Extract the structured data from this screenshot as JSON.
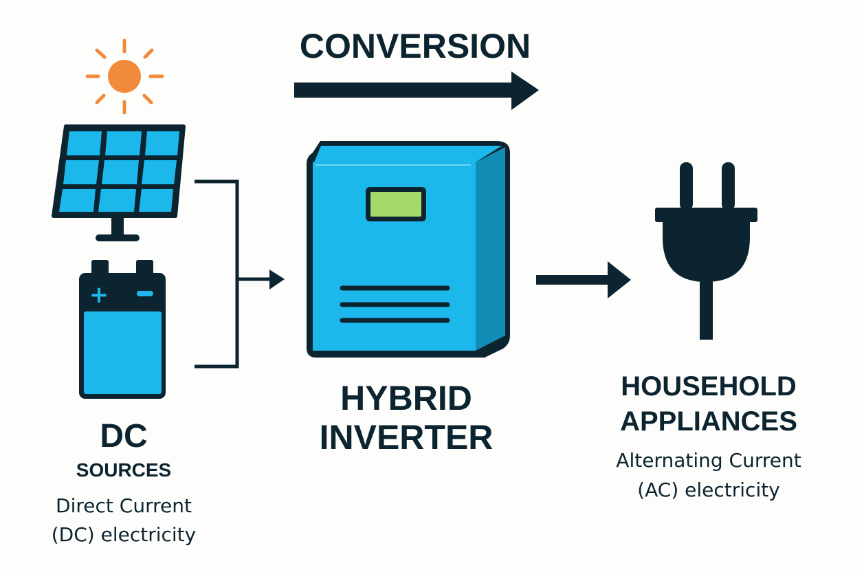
{
  "title": "CONVERSION",
  "colors": {
    "ink": "#0b2430",
    "panel_blue": "#1cb8ec",
    "panel_side": "#128bb5",
    "sun_orange": "#f28a3b",
    "display_green": "#a6d96a",
    "background": "#fdfdfb"
  },
  "nodes": {
    "dc_sources": {
      "title_line1": "DC",
      "title_line2": "SOURCES",
      "desc_line1": "Direct Current",
      "desc_line2": "(DC) electricity",
      "icons": [
        "sun-icon",
        "solar-panel-icon",
        "battery-icon"
      ]
    },
    "inverter": {
      "title_line1": "HYBRID",
      "title_line2": "INVERTER",
      "icons": [
        "inverter-box-icon"
      ]
    },
    "appliances": {
      "title_line1": "HOUSEHOLD",
      "title_line2": "APPLIANCES",
      "desc_line1": "Alternating Current",
      "desc_line2": "(AC) electricity",
      "icons": [
        "plug-icon"
      ]
    }
  },
  "battery_symbols": {
    "positive": "+",
    "negative": "−"
  },
  "edges": [
    {
      "from": "solar-panel",
      "to": "inverter",
      "type": "bracket-merge"
    },
    {
      "from": "battery",
      "to": "inverter",
      "type": "bracket-merge"
    },
    {
      "from": "inverter",
      "to": "appliances",
      "type": "arrow"
    }
  ]
}
